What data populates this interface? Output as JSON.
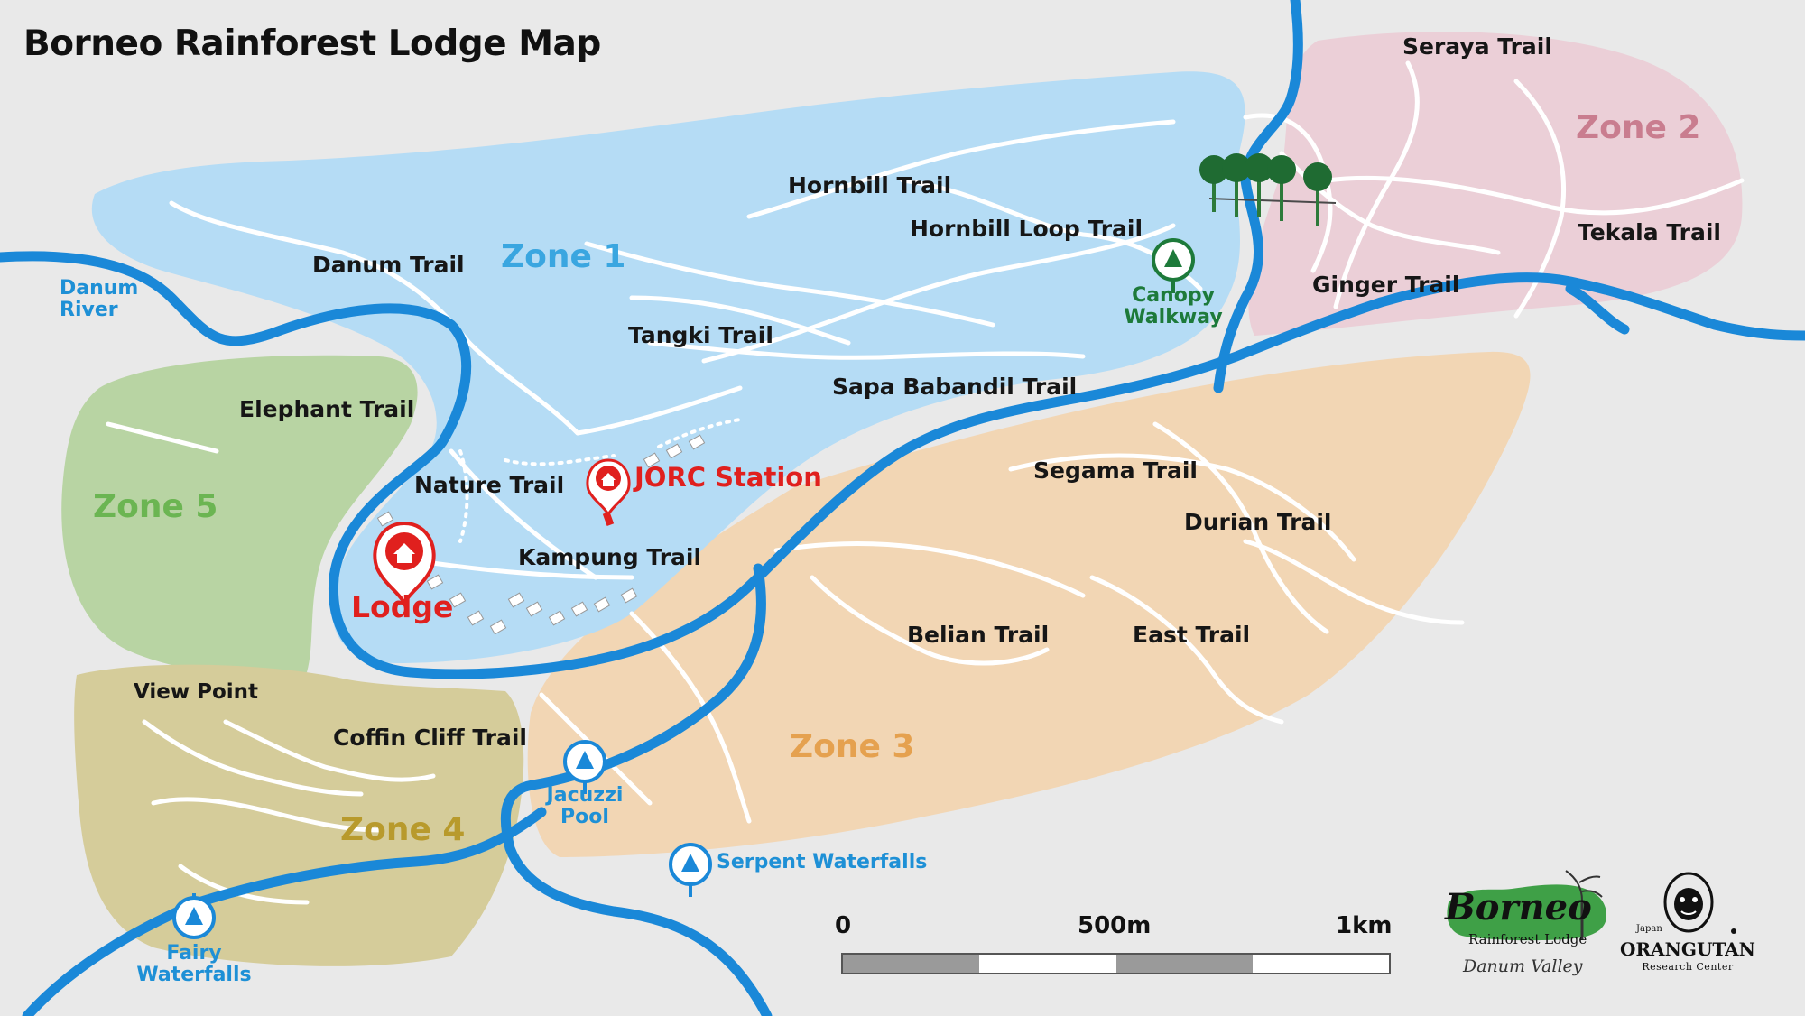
{
  "title": "Borneo Rainforest Lodge Map",
  "zones": {
    "zone1": "Zone 1",
    "zone2": "Zone 2",
    "zone3": "Zone 3",
    "zone4": "Zone 4",
    "zone5": "Zone 5"
  },
  "trails": {
    "seraya": "Seraya Trail",
    "hornbill": "Hornbill Trail",
    "hornbill_loop": "Hornbill Loop Trail",
    "tekala": "Tekala Trail",
    "danum": "Danum Trail",
    "ginger": "Ginger Trail",
    "tangki": "Tangki Trail",
    "sapa_babandil": "Sapa Babandil Trail",
    "elephant": "Elephant Trail",
    "segama": "Segama Trail",
    "nature": "Nature Trail",
    "durian": "Durian Trail",
    "kampung": "Kampung Trail",
    "belian": "Belian Trail",
    "east": "East Trail",
    "coffin_cliff": "Coffin Cliff Trail",
    "view_point": "View Point"
  },
  "places": {
    "lodge": "Lodge",
    "jorc": "JORC Station"
  },
  "water_features": {
    "danum_river_line1": "Danum",
    "danum_river_line2": "River",
    "jacuzzi_line1": "Jacuzzi",
    "jacuzzi_line2": "Pool",
    "serpent": "Serpent Waterfalls",
    "fairy_line1": "Fairy",
    "fairy_line2": "Waterfalls"
  },
  "canopy": {
    "line1": "Canopy",
    "line2": "Walkway"
  },
  "scale": {
    "start": "0",
    "mid": "500m",
    "end": "1km"
  },
  "logos": {
    "borneo_word": "Borneo",
    "borneo_sub": "Rainforest Lodge",
    "borneo_place": "Danum Valley",
    "orang_top": "Japan",
    "orang_main": "ORANGUTAN",
    "orang_sub": "Research Center"
  },
  "colors": {
    "zone1": "#b5dcf5",
    "zone2": "#ebcfd7",
    "zone3": "#f2d6b4",
    "zone4": "#d5cc9a",
    "zone5": "#b8d4a3",
    "river": "#1a88d8",
    "trail": "#ffffff",
    "lodge_red": "#e0201e",
    "canopy_green": "#1d7a3a",
    "zone1_label": "#3aa6e0",
    "zone2_label": "#c97d8f",
    "zone3_label": "#e5a14f",
    "zone4_label": "#b89a2c",
    "zone5_label": "#6bb552"
  }
}
